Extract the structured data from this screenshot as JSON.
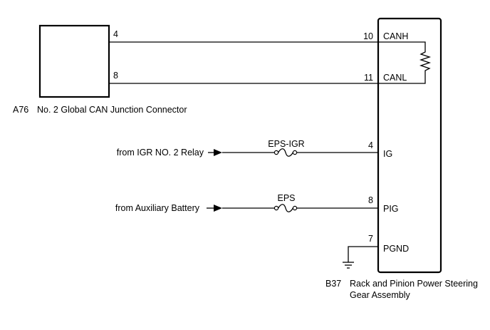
{
  "connector_a76": {
    "code": "A76",
    "name": "No. 2 Global CAN Junction Connector",
    "pins": {
      "canh": "4",
      "canl": "8"
    }
  },
  "ecu_b37": {
    "code": "B37",
    "name_line1": "Rack and Pinion Power Steering",
    "name_line2": "Gear Assembly",
    "pins": [
      {
        "num": "10",
        "label": "CANH"
      },
      {
        "num": "11",
        "label": "CANL"
      },
      {
        "num": "4",
        "label": "IG"
      },
      {
        "num": "8",
        "label": "PIG"
      },
      {
        "num": "7",
        "label": "PGND"
      }
    ]
  },
  "inputs": {
    "ig_source": "from IGR NO. 2 Relay",
    "ig_fuse": "EPS-IGR",
    "pig_source": "from Auxiliary Battery",
    "pig_fuse": "EPS"
  }
}
